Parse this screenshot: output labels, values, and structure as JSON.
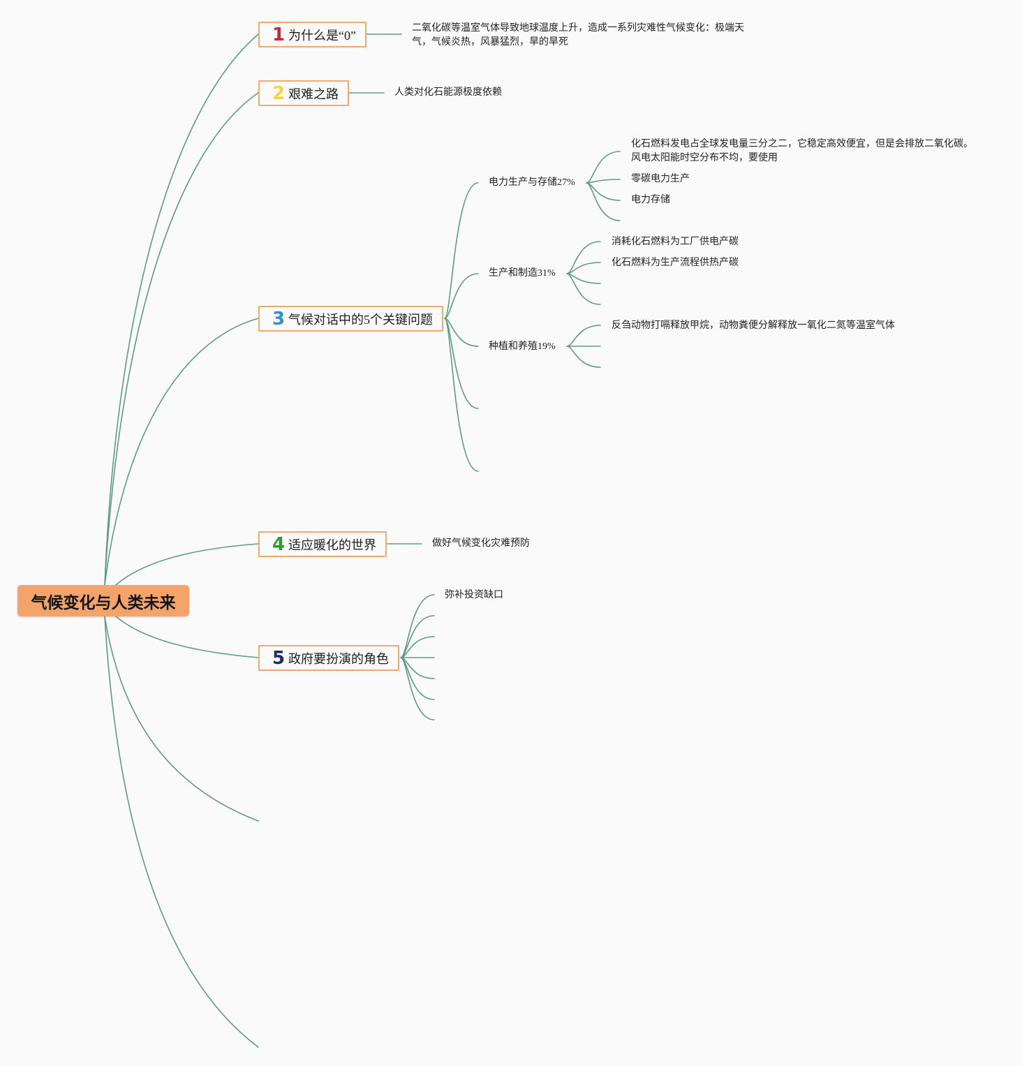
{
  "theme": {
    "background": "#fafafa",
    "line": "#5e9a87",
    "box_border": "#f2a96b",
    "root_fill": "#f4a46b",
    "text": "#222222"
  },
  "root": {
    "label": "气候变化与人类未来"
  },
  "branches": [
    {
      "number": "1",
      "number_color": "#d2222f",
      "label": "为什么是“0”",
      "notes": [
        {
          "lines": [
            "二氧化碳等温室气体导致地球温度上升，造成一系列灾难性气候变化：极端天",
            "气，气候炎热，风暴猛烈，旱的旱死"
          ]
        }
      ]
    },
    {
      "number": "2",
      "number_color": "#f4d34a",
      "label": "艰难之路",
      "notes": [
        {
          "text": "人类对化石能源极度依赖"
        }
      ]
    },
    {
      "number": "3",
      "number_color": "#2f8fd5",
      "label": "气候对话中的5个关键问题",
      "subtopics": [
        {
          "label": "电力生产与存储27%",
          "items": [
            {
              "lines": [
                "化石燃料发电占全球发电量三分之二，它稳定高效便宜，但是会排放二氧化碳。",
                "风电太阳能时空分布不均，要使用"
              ]
            },
            {
              "text": "零碳电力生产"
            },
            {
              "text": "电力存储"
            }
          ]
        },
        {
          "label": "生产和制造31%",
          "items": [
            {
              "text": "消耗化石燃料为工厂供电产碳"
            },
            {
              "text": "化石燃料为生产流程供热产碳"
            }
          ]
        },
        {
          "label": "种植和养殖19%",
          "items": [
            {
              "text": "反刍动物打嗝释放甲烷，动物粪便分解释放一氧化二氮等温室气体"
            }
          ]
        }
      ]
    },
    {
      "number": "4",
      "number_color": "#2e9b37",
      "label": "适应暖化的世界",
      "notes": [
        {
          "text": "做好气候变化灾难预防"
        }
      ]
    },
    {
      "number": "5",
      "number_color": "#1e2a72",
      "label": "政府要扮演的角色",
      "notes": [
        {
          "text": "弥补投资缺口"
        }
      ]
    }
  ]
}
